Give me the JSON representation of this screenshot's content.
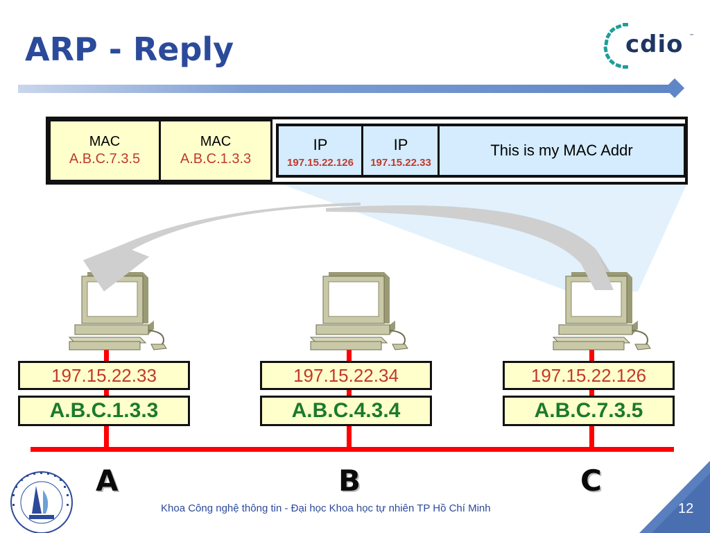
{
  "slide": {
    "title": "ARP - Reply",
    "footer": "Khoa Công nghệ thông tin - Đại học Khoa học tự nhiên TP Hồ Chí Minh",
    "page_number": "12",
    "logo_text": "cdio",
    "logo_tm": "™"
  },
  "packet": {
    "dest_mac": {
      "label": "MAC",
      "value": "A.B.C.7.3.5"
    },
    "src_mac": {
      "label": "MAC",
      "value": "A.B.C.1.3.3"
    },
    "src_ip": {
      "label": "IP",
      "value": "197.15.22.126"
    },
    "dest_ip": {
      "label": "IP",
      "value": "197.15.22.33"
    },
    "payload": "This is my MAC Addr"
  },
  "nodes": [
    {
      "letter": "A",
      "ip": "197.15.22.33",
      "mac": "A.B.C.1.3.3"
    },
    {
      "letter": "B",
      "ip": "197.15.22.34",
      "mac": "A.B.C.4.3.4"
    },
    {
      "letter": "C",
      "ip": "197.15.22.126",
      "mac": "A.B.C.7.3.5"
    }
  ],
  "colors": {
    "title": "#2b4a9a",
    "ip_text": "#c0392b",
    "mac_text": "#1b7a2b",
    "network_line": "#ff0000",
    "field_yellow": "#ffffcc",
    "field_blue": "#d4ecfd"
  }
}
